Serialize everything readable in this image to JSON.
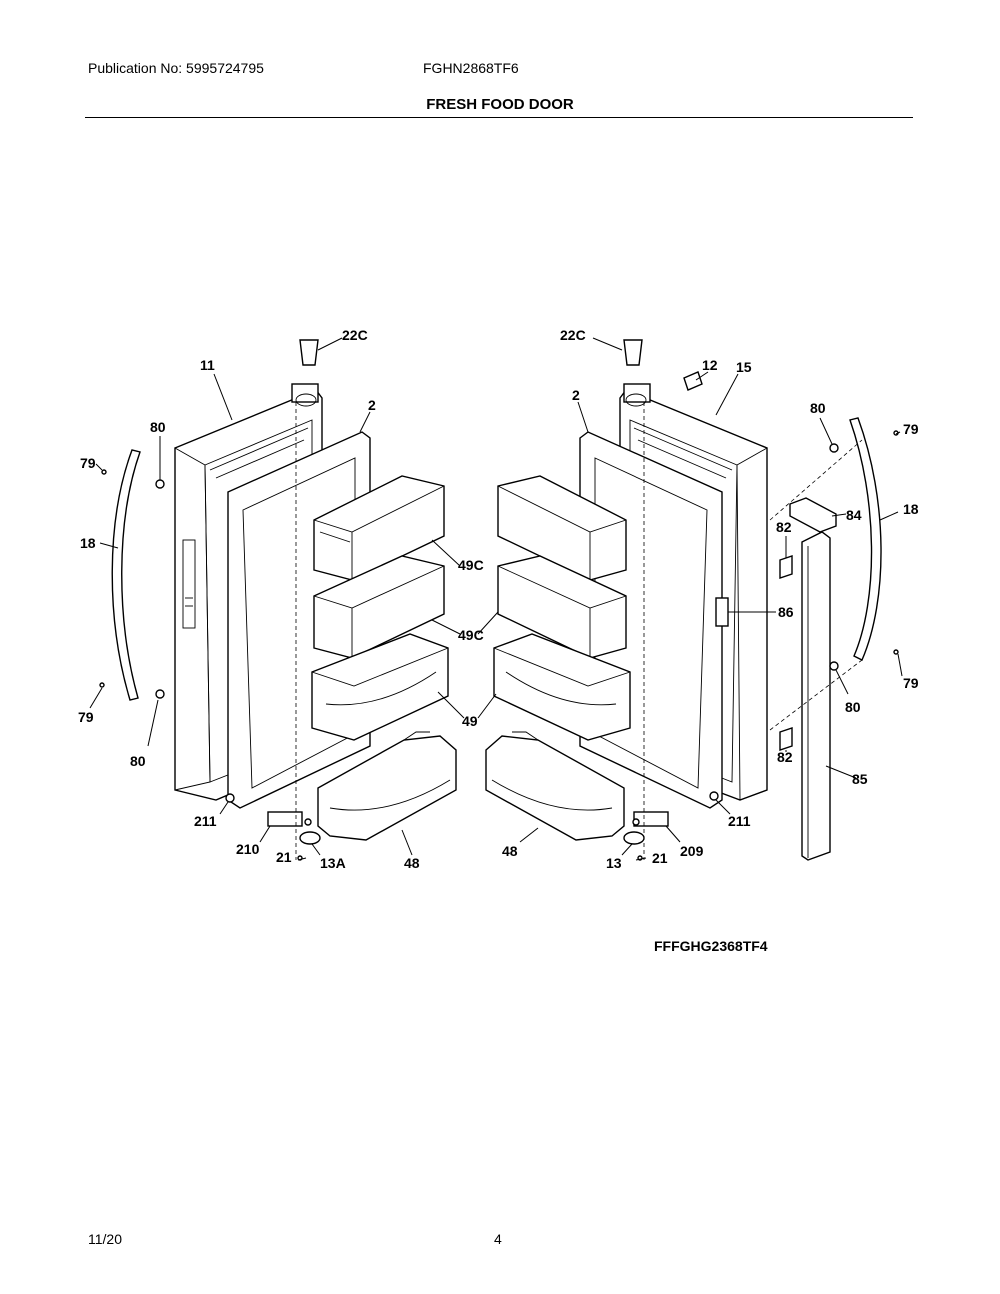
{
  "header": {
    "publication": "Publication No: 5995724795",
    "model": "FGHN2868TF6",
    "section_title": "FRESH FOOD DOOR"
  },
  "diagram": {
    "model_code": "FFFGHG2368TF4",
    "callouts": {
      "c22c_left": "22C",
      "c22c_right": "22C",
      "c11": "11",
      "c12": "12",
      "c15": "15",
      "c2_left": "2",
      "c2_right": "2",
      "c80_tl": "80",
      "c80_tr": "80",
      "c79_tl": "79",
      "c79_tr": "79",
      "c18_left": "18",
      "c18_right": "18",
      "c84": "84",
      "c82_top": "82",
      "c86": "86",
      "c49c_l1": "49C",
      "c49c_l2": "49C",
      "c49": "49",
      "c79_bl": "79",
      "c80_bl": "80",
      "c80_br": "80",
      "c79_br": "79",
      "c82_bottom": "82",
      "c85": "85",
      "c211_left": "211",
      "c211_right": "211",
      "c210": "210",
      "c209": "209",
      "c21_left": "21",
      "c21_right": "21",
      "c13a": "13A",
      "c13": "13",
      "c48_left": "48",
      "c48_right": "48"
    }
  },
  "footer": {
    "date": "11/20",
    "page": "4"
  }
}
